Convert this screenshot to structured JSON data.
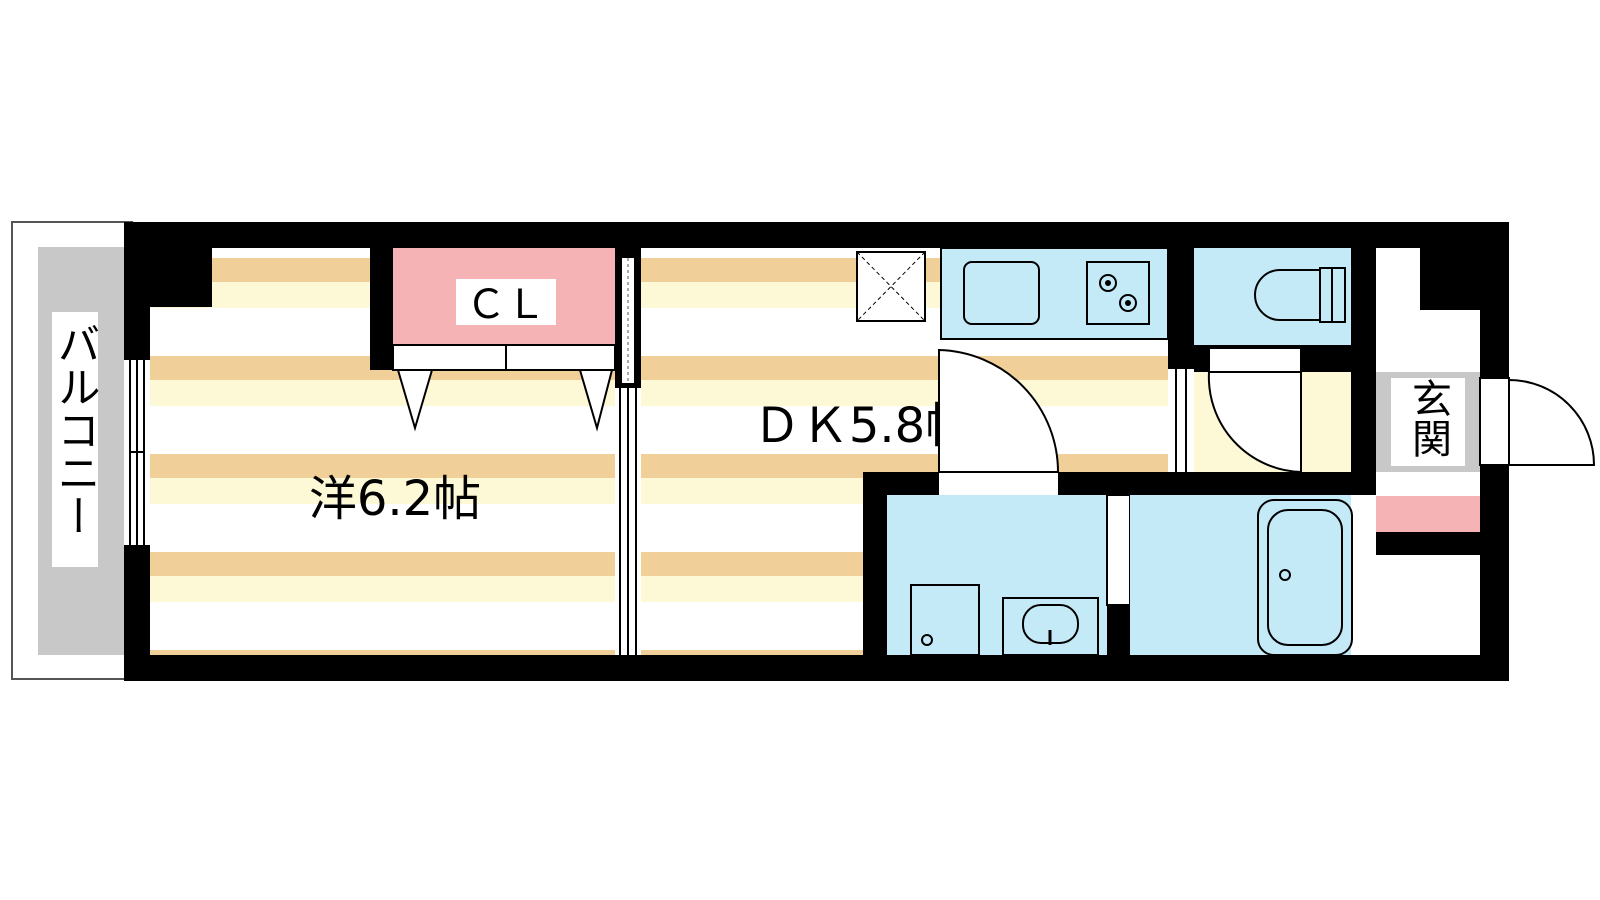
{
  "rooms": {
    "western_room": "洋6.2帖",
    "dining_kitchen": "ＤＫ5.8帖",
    "closet": "ＣＬ",
    "balcony": "バルコニー",
    "entrance": "玄関"
  },
  "colors": {
    "wall": "#000000",
    "floor_stripe": "#f1cf98",
    "floor_light": "#fdf8d6",
    "closet": "#f6b3b6",
    "wet_area": "#c4e9f7",
    "balcony": "#c8c8c8",
    "hall": "#fdf8d6",
    "shoe_box": "#f6b3b6"
  }
}
